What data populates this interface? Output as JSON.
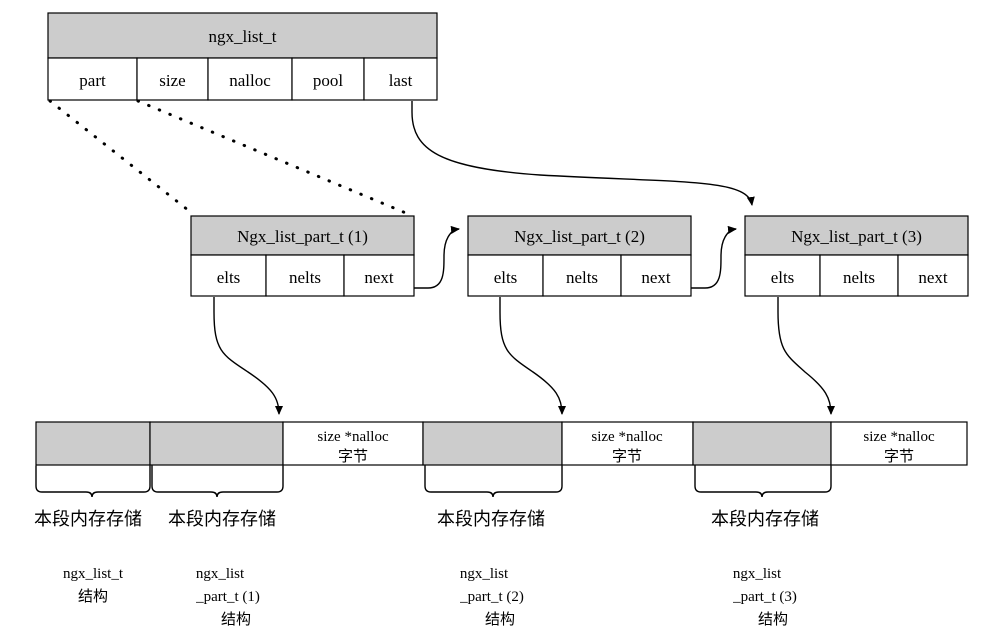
{
  "diagram": {
    "title": "ngx_list_t memory layout",
    "colors": {
      "fill_header": "#cccccc",
      "fill_cell": "#ffffff",
      "stroke": "#000000",
      "background": "#ffffff"
    },
    "list_struct": {
      "header": "ngx_list_t",
      "fields": [
        "part",
        "size",
        "nalloc",
        "pool",
        "last"
      ]
    },
    "part_structs": [
      {
        "header": "Ngx_list_part_t (1)",
        "fields": [
          "elts",
          "nelts",
          "next"
        ]
      },
      {
        "header": "Ngx_list_part_t (2)",
        "fields": [
          "elts",
          "nelts",
          "next"
        ]
      },
      {
        "header": "Ngx_list_part_t (3)",
        "fields": [
          "elts",
          "nelts",
          "next"
        ]
      }
    ],
    "memory_strip": {
      "data_cell_line1": "size  *nalloc",
      "data_cell_line2": "字节",
      "data_cells": [
        {
          "line1": "size  *nalloc",
          "line2": "字节"
        },
        {
          "line1": "size  *nalloc",
          "line2": "字节"
        },
        {
          "line1": "size  *nalloc",
          "line2": "字节"
        }
      ],
      "brace_label": "本段内存存储",
      "braces": [
        {
          "label": "本段内存存储"
        },
        {
          "label": "本段内存存储"
        },
        {
          "label": "本段内存存储"
        },
        {
          "label": "本段内存存储"
        }
      ]
    },
    "captions": [
      {
        "line1": "ngx_list_t",
        "line2": "结构",
        "line3": ""
      },
      {
        "line1": "ngx_list",
        "line2": "_part_t (1)",
        "line3": "结构"
      },
      {
        "line1": "ngx_list",
        "line2": "_part_t (2)",
        "line3": "结构"
      },
      {
        "line1": "ngx_list",
        "line2": "_part_t (3)",
        "line3": "结构"
      }
    ]
  }
}
